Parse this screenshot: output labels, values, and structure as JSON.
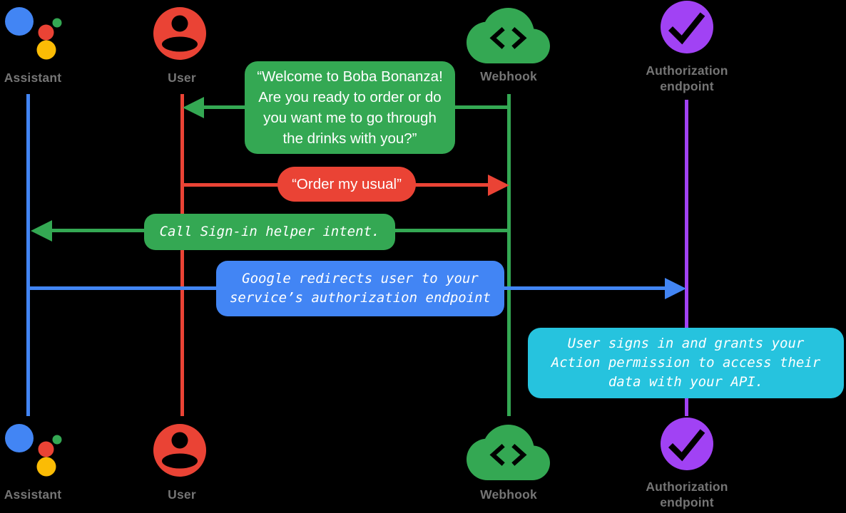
{
  "actors": {
    "assistant": {
      "label": "Assistant",
      "icon": "google-assistant-logo",
      "color": "#4285F4"
    },
    "user": {
      "label": "User",
      "icon": "person-circle-icon",
      "color": "#EA4335"
    },
    "webhook": {
      "label": "Webhook",
      "icon": "cloud-code-icon",
      "color": "#34A853"
    },
    "authorization": {
      "label_lines": [
        "Authorization",
        "endpoint"
      ],
      "icon": "check-circle-icon",
      "color": "#A142F4"
    }
  },
  "messages": {
    "welcome": {
      "from": "Webhook",
      "to": "User",
      "color": "#34A853",
      "lines": [
        "“Welcome to Boba Bonanza!",
        "Are you ready to order or do",
        "you want me to go through",
        "the drinks with you?”"
      ]
    },
    "order": {
      "from": "User",
      "to": "Webhook",
      "color": "#EA4335",
      "text": "“Order my usual”"
    },
    "signin": {
      "from": "Webhook",
      "to": "Assistant",
      "color": "#34A853",
      "text": "Call Sign-in helper intent."
    },
    "redirect": {
      "from": "Assistant",
      "to": "Authorization endpoint",
      "color": "#4285F4",
      "lines": [
        "Google redirects user to your",
        "service’s authorization endpoint"
      ]
    },
    "note": {
      "at": "Authorization endpoint",
      "color": "#26C3DE",
      "lines": [
        "User signs in and grants your",
        "Action permission to access their",
        "data with your API."
      ]
    }
  },
  "colors": {
    "google_blue": "#4285F4",
    "google_red": "#EA4335",
    "google_green": "#34A853",
    "google_yellow": "#FBBC05",
    "purple": "#A142F4",
    "cyan": "#26C3DE",
    "label_gray": "#757575"
  }
}
